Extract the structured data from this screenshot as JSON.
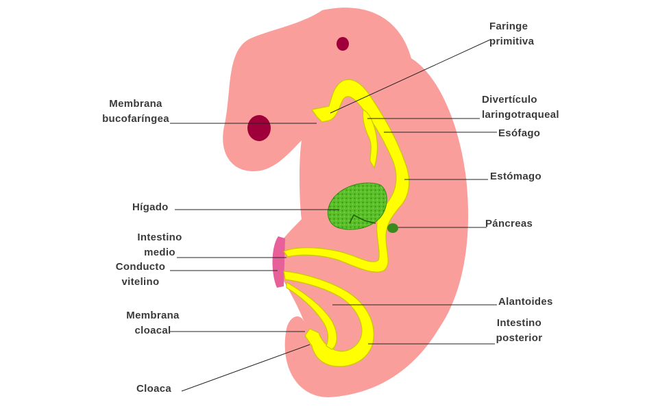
{
  "colors": {
    "embryo": "#fa9e9b",
    "gut": "#ffff00",
    "gut_outline": "#c8c800",
    "liver": "#5bbf2a",
    "liver_dots": "#2f8a12",
    "pancreas": "#3a8a1e",
    "eye_spot": "#a0003a",
    "vitelline_membrane": "#e8609a",
    "leader_line": "#222222"
  },
  "labels": {
    "faringe": "Faringe\nprimitiva",
    "diverticulo": "Divertículo\nlaringotraqueal",
    "esofago": "Esófago",
    "estomago": "Estómago",
    "pancreas": "Páncreas",
    "alantoides": "Alantoides",
    "intestino_posterior": "Intestino\nposterior",
    "membrana_bucofaringea": "Membrana\nbucofaríngea",
    "higado": "Hígado",
    "intestino_medio": "Intestino\nmedio",
    "conducto_vitelino": "Conducto\nvitelino",
    "membrana_cloacal": "Membrana\ncloacal",
    "cloaca": "Cloaca"
  }
}
